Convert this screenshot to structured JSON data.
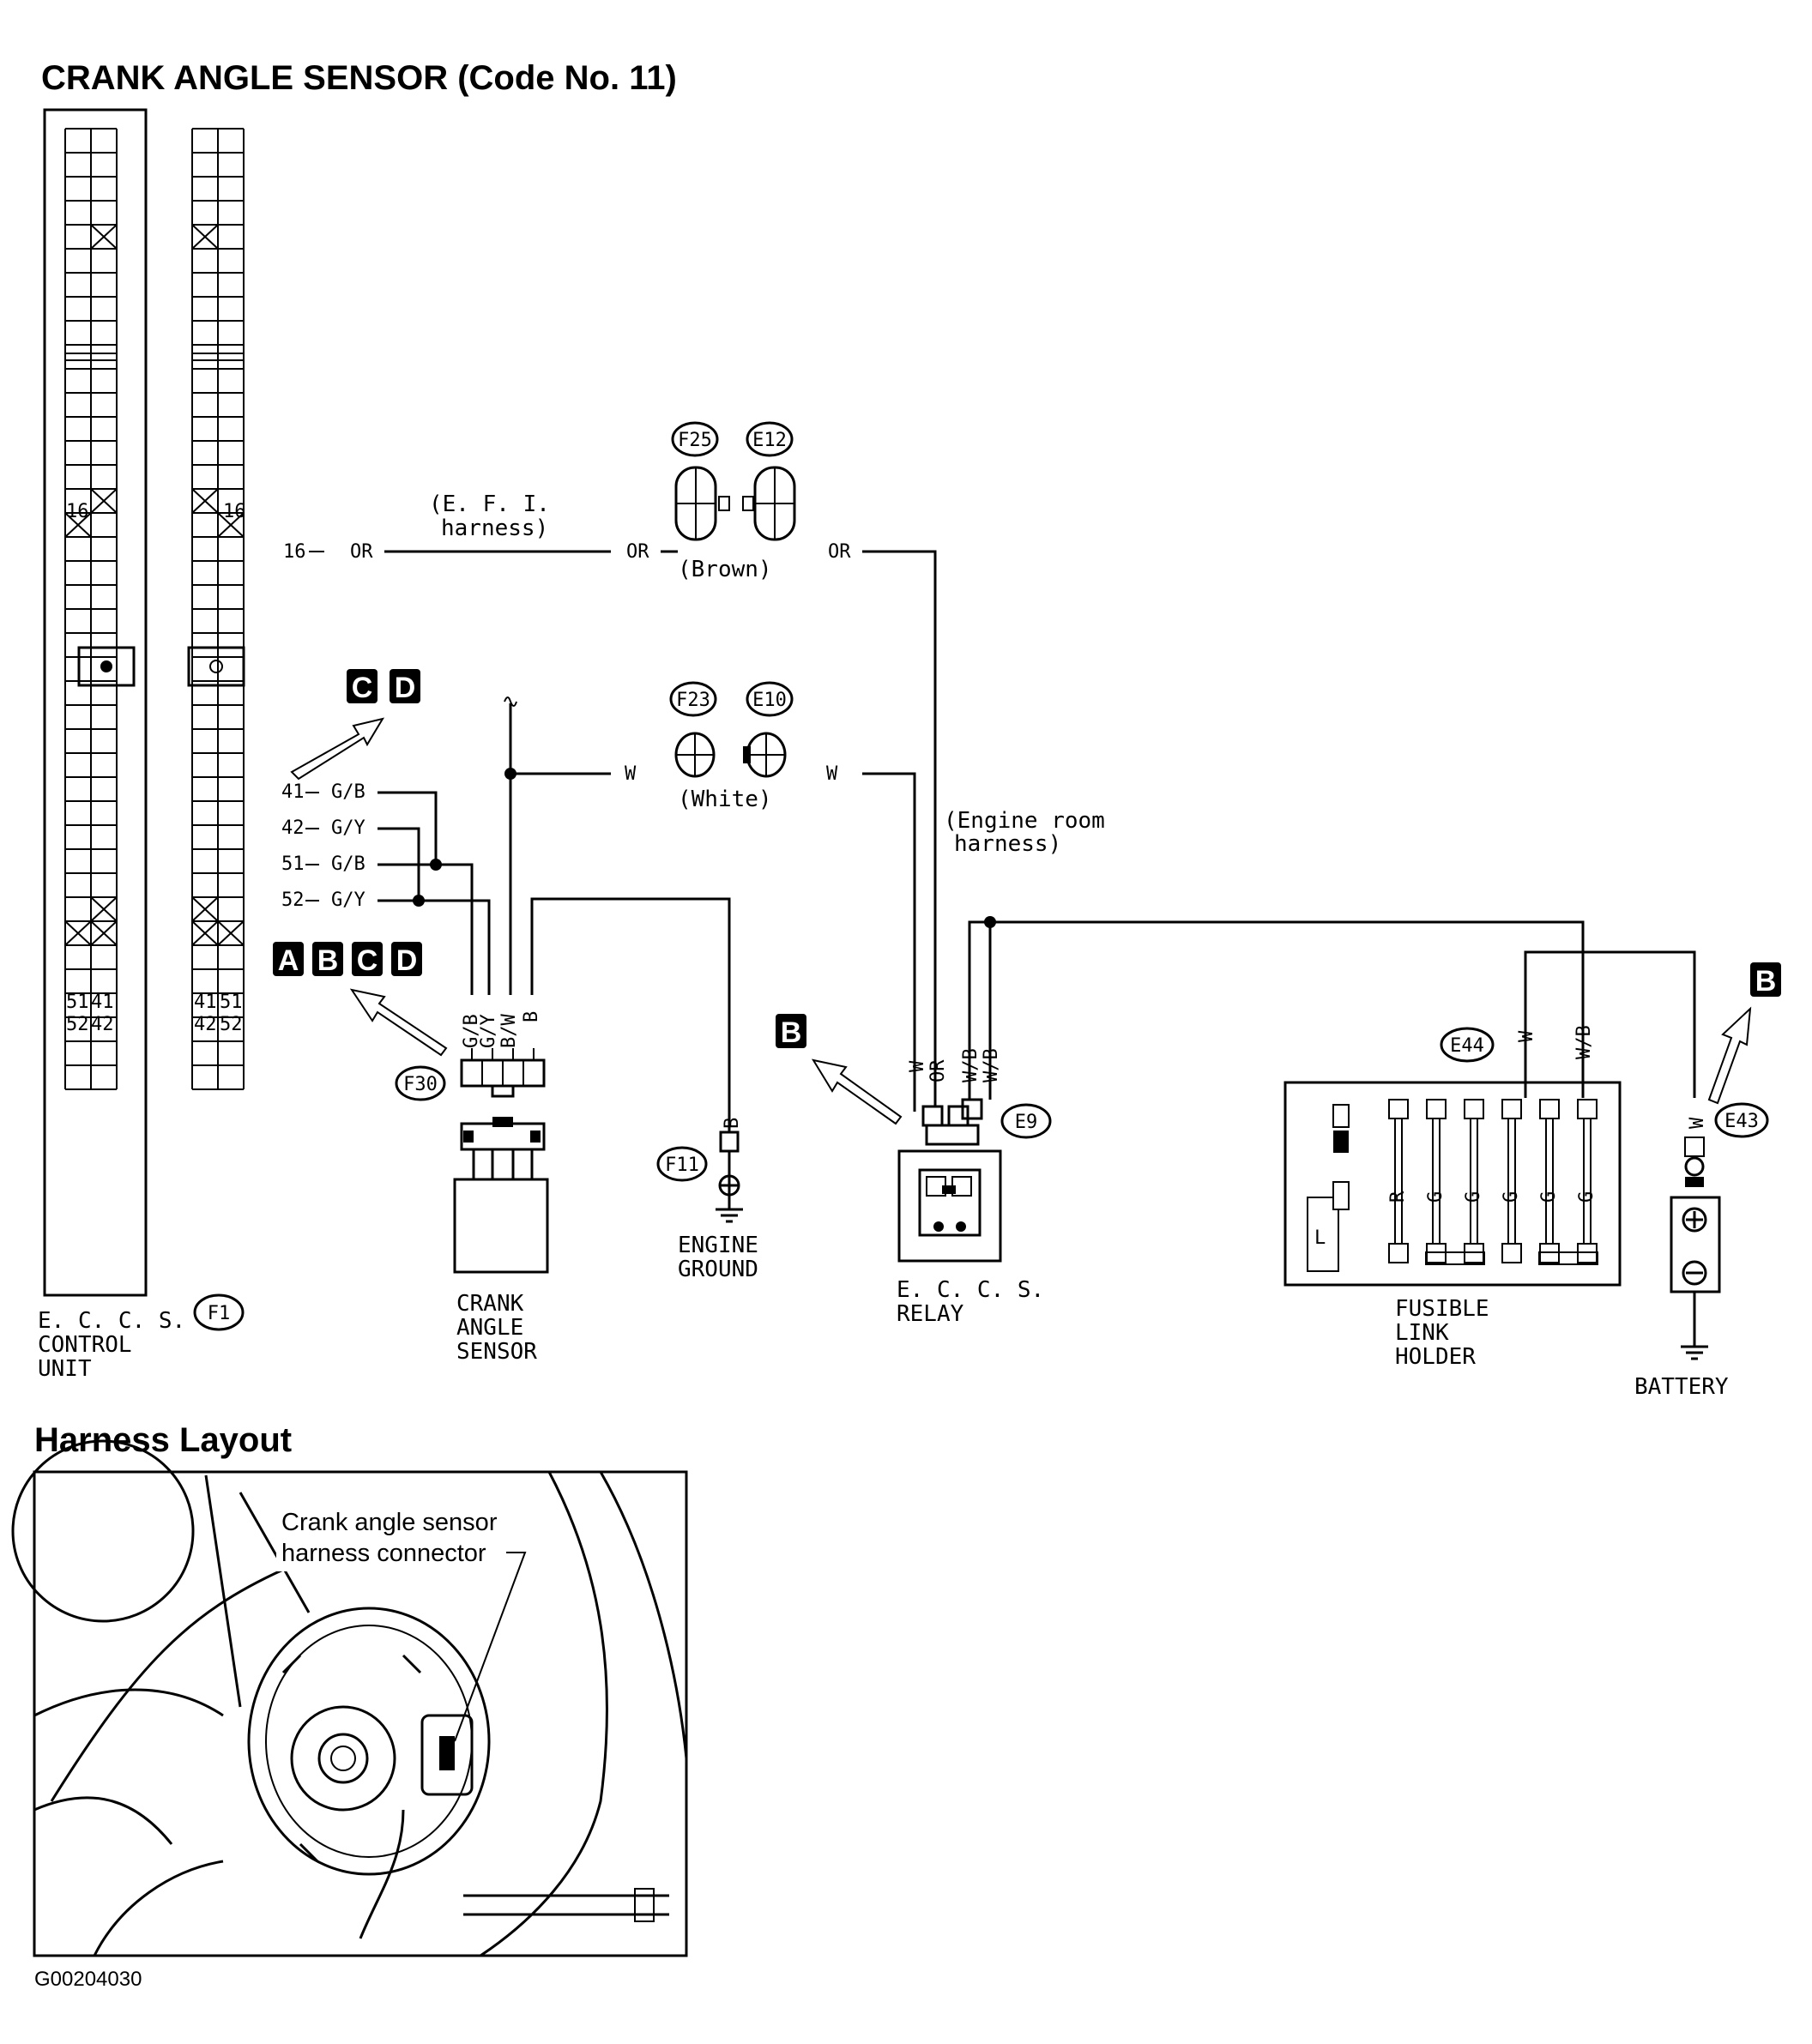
{
  "title": "CRANK ANGLE SENSOR (Code No. 11)",
  "section_title": "Harness Layout",
  "image_id": "G00204030",
  "connectors": {
    "f25": "F25",
    "e12": "E12",
    "f23": "F23",
    "e10": "E10",
    "f30": "F30",
    "f11": "F11",
    "e9": "E9",
    "e44": "E44",
    "e43": "E43",
    "f1": "F1"
  },
  "harness": {
    "efi_line1": "(E. F. I.",
    "efi_line2": "harness)",
    "brown": "(Brown)",
    "white": "(White)",
    "engine_room_line1": "(Engine room",
    "engine_room_line2": "harness)"
  },
  "wires": {
    "t16": "16",
    "or": "OR",
    "w": "W",
    "t41": "41",
    "t42": "42",
    "t51": "51",
    "t52": "52",
    "gb": "G/B",
    "gy": "G/Y",
    "bw": "B/W",
    "b": "B",
    "wb": "W/B",
    "r": "R",
    "g": "G",
    "l": "L"
  },
  "unit_labels": {
    "ecu_line1": "E. C. C. S.",
    "ecu_line2": "CONTROL",
    "ecu_line3": "UNIT",
    "cas_line1": "CRANK",
    "cas_line2": "ANGLE",
    "cas_line3": "SENSOR",
    "gnd_line1": "ENGINE",
    "gnd_line2": "GROUND",
    "relay_line1": "E. C. C. S.",
    "relay_line2": "RELAY",
    "fuse_line1": "FUSIBLE",
    "fuse_line2": "LINK",
    "fuse_line3": "HOLDER",
    "battery": "BATTERY"
  },
  "reference_letters": {
    "cd": [
      "C",
      "D"
    ],
    "abcd": [
      "A",
      "B",
      "C",
      "D"
    ],
    "relay": [
      "B"
    ],
    "battery": [
      "B"
    ]
  },
  "callout": {
    "line1": "Crank angle sensor",
    "line2": "harness connector"
  }
}
